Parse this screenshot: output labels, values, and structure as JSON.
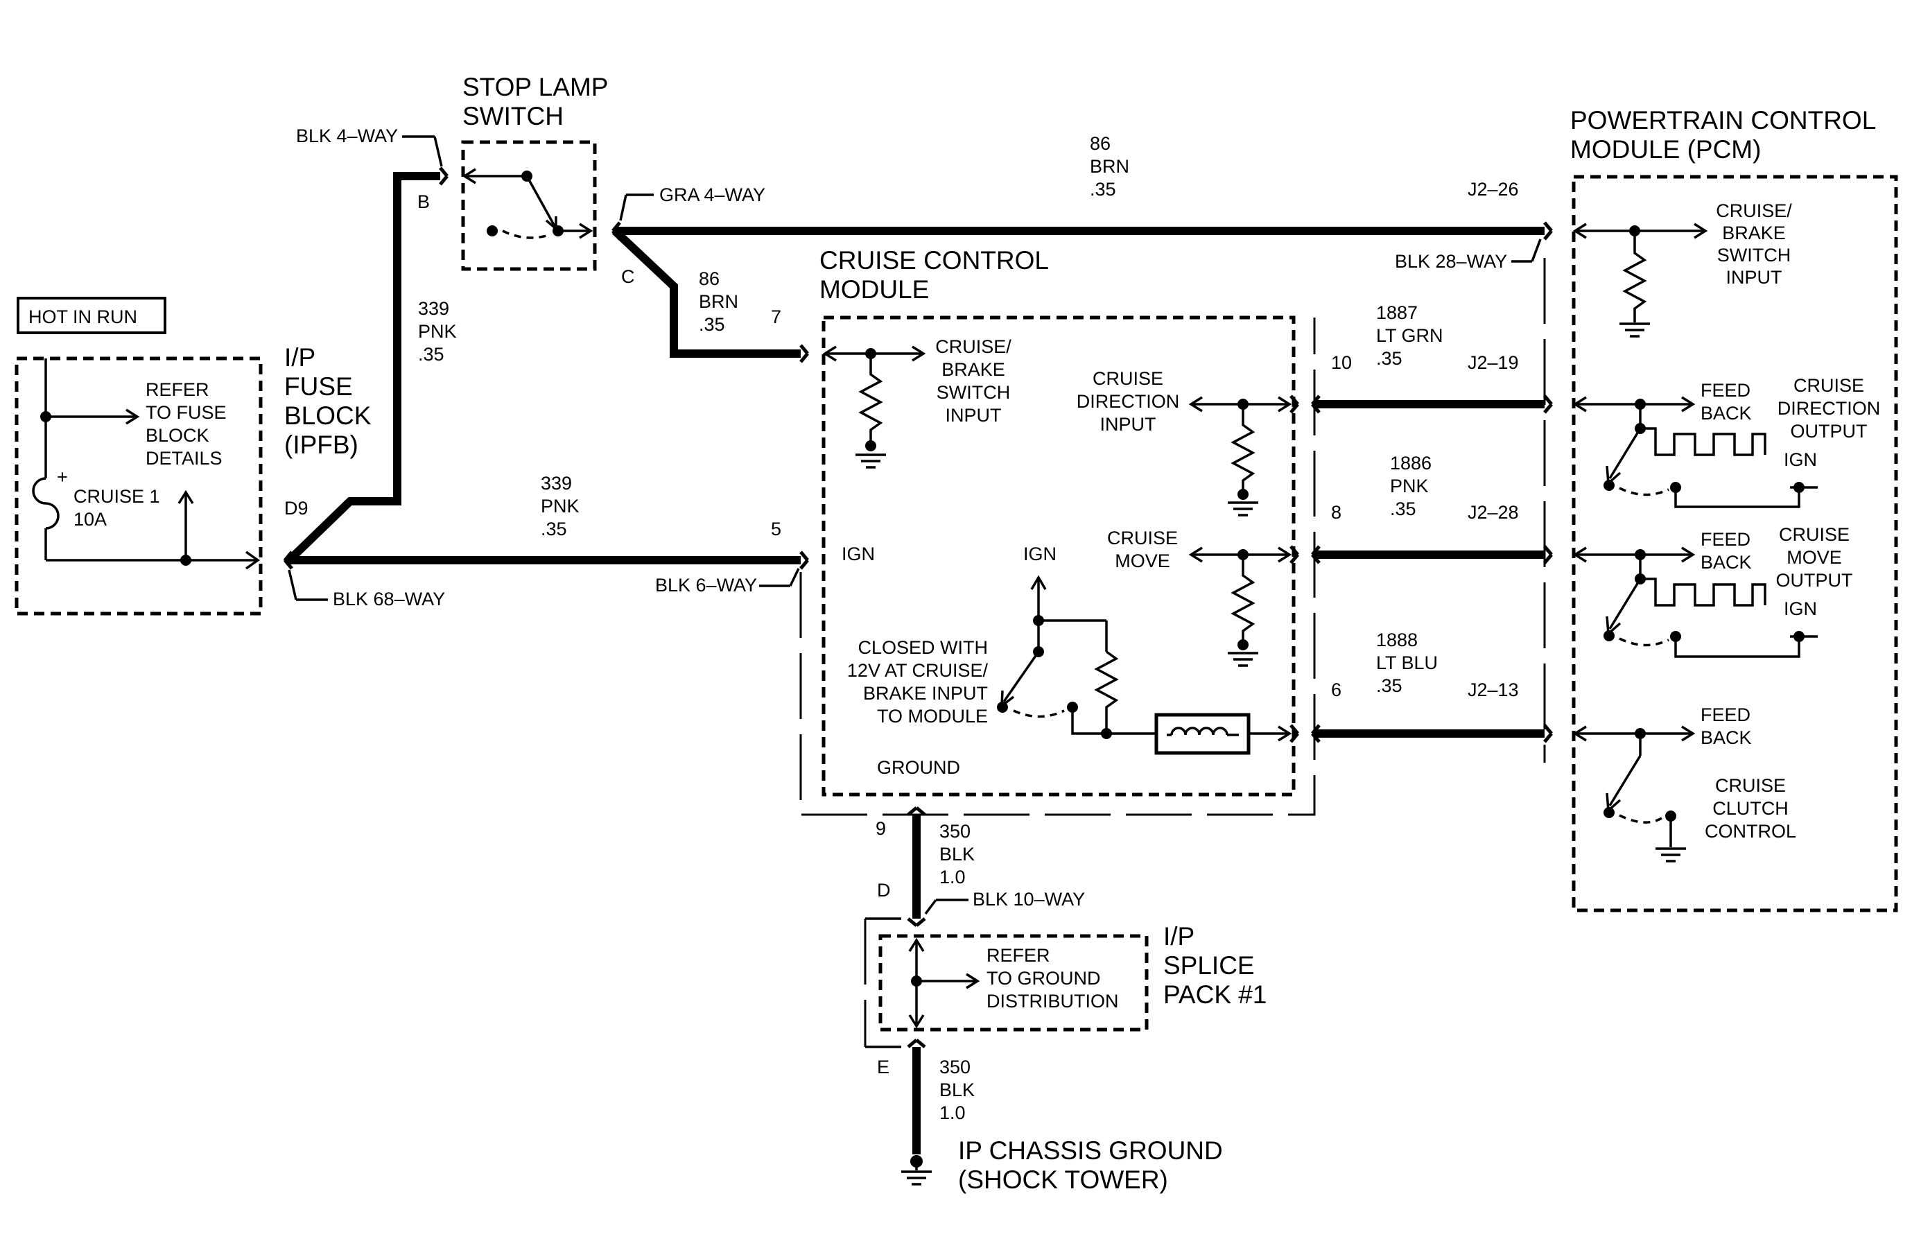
{
  "labels": {
    "stop_lamp_switch": [
      "STOP LAMP",
      "SWITCH"
    ],
    "blk_4way": "BLK 4–WAY",
    "pin_b": "B",
    "gra_4way": "GRA 4–WAY",
    "pin_c": "C",
    "wire_86_top": [
      "86",
      "BRN",
      ".35"
    ],
    "j2_26": "J2–26",
    "pcm_title": [
      "POWERTRAIN CONTROL",
      "MODULE (PCM)"
    ],
    "blk_28way": "BLK 28–WAY",
    "pcm_cruise_brake": [
      "CRUISE/",
      "BRAKE",
      "SWITCH",
      "INPUT"
    ],
    "hot_in_run": "HOT IN RUN",
    "ipfb": [
      "I/P",
      "FUSE",
      "BLOCK",
      "(IPFB)"
    ],
    "wire_339_vert": [
      "339",
      "PNK",
      ".35"
    ],
    "wire_86_mid": [
      "86",
      "BRN",
      ".35"
    ],
    "pin_7": "7",
    "ccm_title": [
      "CRUISE CONTROL",
      "MODULE"
    ],
    "ccm_cruise_brake": [
      "CRUISE/",
      "BRAKE",
      "SWITCH",
      "INPUT"
    ],
    "wire_1887": [
      "1887",
      "LT GRN",
      ".35"
    ],
    "pin_10": "10",
    "j2_19": "J2–19",
    "refer_fuse": [
      "REFER",
      "TO FUSE",
      "BLOCK",
      "DETAILS"
    ],
    "fuse_plus": "+",
    "cruise_fuse": [
      "CRUISE 1",
      "10A"
    ],
    "ccm_cruise_direction": [
      "CRUISE",
      "DIRECTION",
      "INPUT"
    ],
    "pcm_feed_back_1": [
      "FEED",
      "BACK"
    ],
    "pcm_cruise_direction_out": [
      "CRUISE",
      "DIRECTION",
      "OUTPUT"
    ],
    "ign_1": "IGN",
    "wire_1886": [
      "1886",
      "PNK",
      ".35"
    ],
    "pin_8": "8",
    "j2_28": "J2–28",
    "d9": "D9",
    "wire_339_horiz": [
      "339",
      "PNK",
      ".35"
    ],
    "pin_5": "5",
    "blk_68way": "BLK 68–WAY",
    "blk_6way": "BLK 6–WAY",
    "ign_ccm_left": "IGN",
    "ign_ccm_switch": "IGN",
    "ccm_cruise_move": [
      "CRUISE",
      "MOVE"
    ],
    "pcm_feed_back_2": [
      "FEED",
      "BACK"
    ],
    "pcm_cruise_move_out": [
      "CRUISE",
      "MOVE",
      "OUTPUT"
    ],
    "ign_2": "IGN",
    "closed_with": [
      "CLOSED WITH",
      "12V AT CRUISE/",
      "BRAKE INPUT",
      "TO MODULE"
    ],
    "wire_1888": [
      "1888",
      "LT BLU",
      ".35"
    ],
    "pin_6": "6",
    "j2_13": "J2–13",
    "pcm_feed_back_3": [
      "FEED",
      "BACK"
    ],
    "pcm_cruise_clutch": [
      "CRUISE",
      "CLUTCH",
      "CONTROL"
    ],
    "ground_ccm": "GROUND",
    "pin_9": "9",
    "wire_350_top": [
      "350",
      "BLK",
      "1.0"
    ],
    "pin_d": "D",
    "blk_10way": "BLK 10–WAY",
    "ip_splice": [
      "I/P",
      "SPLICE",
      "PACK #1"
    ],
    "refer_ground": [
      "REFER",
      "TO GROUND",
      "DISTRIBUTION"
    ],
    "pin_e": "E",
    "wire_350_bot": [
      "350",
      "BLK",
      "1.0"
    ],
    "chassis_ground": [
      "IP CHASSIS GROUND",
      "(SHOCK TOWER)"
    ]
  }
}
